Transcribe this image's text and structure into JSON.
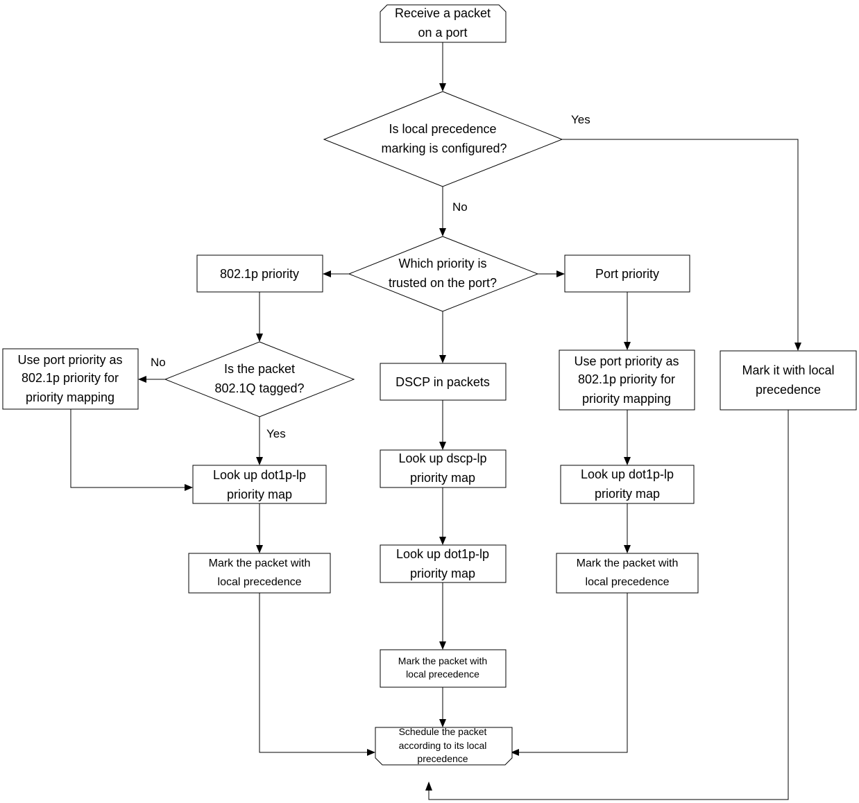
{
  "nodes": {
    "start": [
      "Receive a packet",
      "on a port"
    ],
    "q_local_marking": [
      "Is local precedence",
      "marking is configured?"
    ],
    "q_trust": [
      "Which priority is",
      "trusted on the port?"
    ],
    "dot1p_priority": [
      "802.1p priority"
    ],
    "port_priority": [
      "Port priority"
    ],
    "q_tagged": [
      "Is the packet",
      "802.1Q tagged?"
    ],
    "use_port_priority_left": [
      "Use port priority as",
      "802.1p priority for",
      "priority mapping"
    ],
    "dscp_in_packets": [
      "DSCP in packets"
    ],
    "use_port_priority_right": [
      "Use port priority as",
      "802.1p priority for",
      "priority mapping"
    ],
    "mark_local": [
      "Mark it with local",
      "precedence"
    ],
    "lookup_dot1p_left": [
      "Look up dot1p-lp",
      "priority map"
    ],
    "lookup_dscp": [
      "Look up dscp-lp",
      "priority map"
    ],
    "lookup_dot1p_right": [
      "Look up dot1p-lp",
      "priority map"
    ],
    "mark_packet_left": [
      "Mark the packet with",
      "local precedence"
    ],
    "lookup_dot1p_center": [
      "Look up dot1p-lp",
      "priority map"
    ],
    "mark_packet_right": [
      "Mark the packet with",
      "local precedence"
    ],
    "mark_packet_center": [
      "Mark the packet with",
      "local precedence"
    ],
    "schedule": [
      "Schedule the packet",
      "according to its local",
      "precedence"
    ]
  },
  "edge_labels": {
    "yes_local": "Yes",
    "no_local": "No",
    "no_tagged": "No",
    "yes_tagged": "Yes"
  }
}
